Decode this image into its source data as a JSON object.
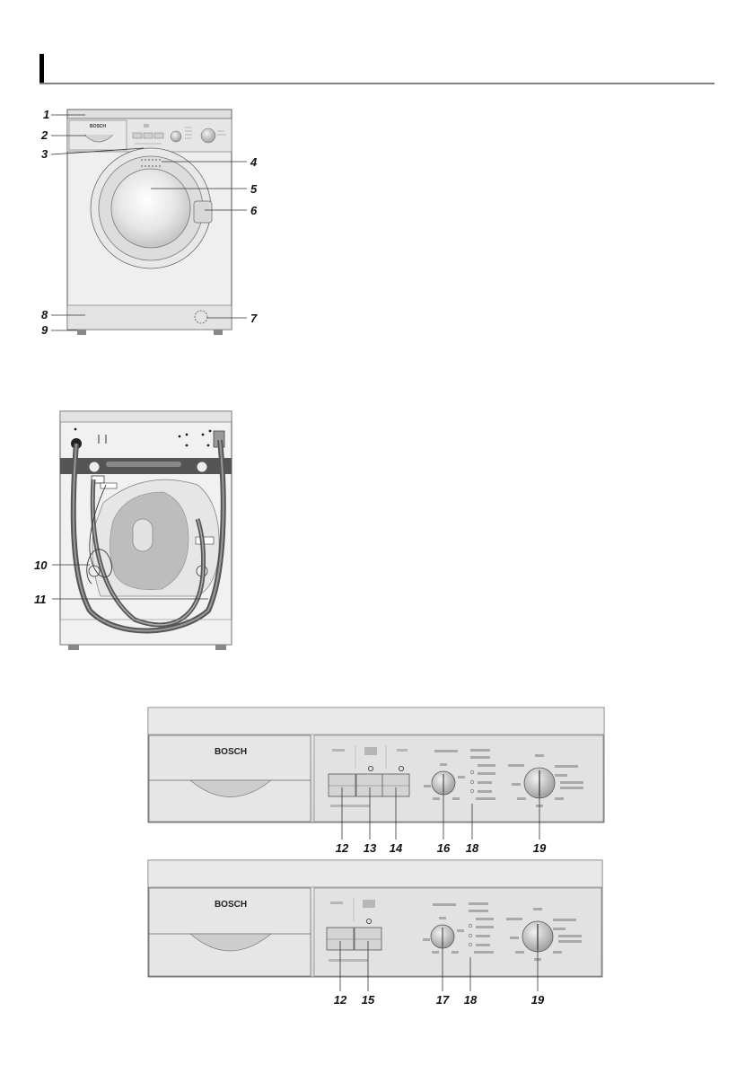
{
  "brand": "BOSCH",
  "front_labels": {
    "n1": "1",
    "n2": "2",
    "n3": "3",
    "n4": "4",
    "n5": "5",
    "n6": "6",
    "n7": "7",
    "n8": "8",
    "n9": "9"
  },
  "back_labels": {
    "n10": "10",
    "n11": "11"
  },
  "panel_a_labels": {
    "n12": "12",
    "n13": "13",
    "n14": "14",
    "n16": "16",
    "n18": "18",
    "n19": "19"
  },
  "panel_b_labels": {
    "n12": "12",
    "n15": "15",
    "n17": "17",
    "n18": "18",
    "n19": "19"
  },
  "colors": {
    "panel": "#e4e4e4",
    "panel_dark": "#c8c8c8",
    "line": "#555555",
    "hose": "#6b6b6b",
    "label_line": "#333333"
  }
}
